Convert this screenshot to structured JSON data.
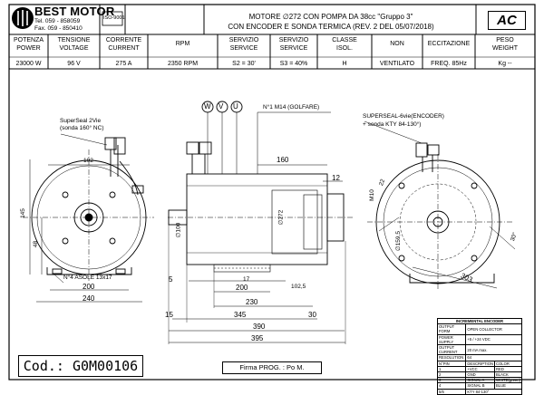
{
  "header": {
    "brand": "BEST MOTOR",
    "tel": "Tel. 059 - 858059",
    "fax": "Fax. 059 - 850410",
    "cert_mark": "ISO-9001",
    "title_line1": "MOTORE ∅272 CON POMPA DA 38cc \"Gruppo 3\"",
    "title_line2": "CON ENCODER E SONDA TERMICA  (REV. 2 DEL 05/07/2018)",
    "ac_badge": "AC"
  },
  "specs": [
    {
      "label": "POTENZA\nPOWER",
      "value": "23000 W"
    },
    {
      "label": "TENSIONE\nVOLTAGE",
      "value": "96 V"
    },
    {
      "label": "CORRENTE\nCURRENT",
      "value": "275 A"
    },
    {
      "label": "RPM",
      "value": "2350 RPM"
    },
    {
      "label": "SERVIZIO\nSERVICE",
      "value": "S2 =  30'"
    },
    {
      "label": "SERVIZIO\nSERVICE",
      "value": "S3 = 40%"
    },
    {
      "label": "CLASSE\nISOL.",
      "value": "H"
    },
    {
      "label": "NON",
      "value": "VENTILATO"
    },
    {
      "label": "ECCITAZIONE",
      "value": "FREQ. 85Hz"
    },
    {
      "label": "PESO\nWEIGHT",
      "value": "Kg --"
    }
  ],
  "drawing": {
    "left_view": {
      "connector_note_1": "SuperSeal 2Vie",
      "connector_note_2": "(sonda 160° NC)",
      "dim_102": "102",
      "dim_145": "145",
      "dim_48": "48",
      "asole_note": "N°4 ASOLE 13x17",
      "dim_200": "200",
      "dim_240": "240"
    },
    "center_view": {
      "phases": [
        "W",
        "V",
        "U"
      ],
      "golfare_note": "N°1 M14 (GOLFARE)",
      "dim_160": "160",
      "dim_12": "12",
      "dim_d100": "∅100",
      "dim_d272": "∅272",
      "dim_5": "5",
      "dim_17": "17",
      "dim_102_5": "102,5",
      "dim_200": "200",
      "dim_230": "230",
      "dim_15": "15",
      "dim_345": "345",
      "dim_30": "30",
      "dim_390": "390",
      "dim_395": "395"
    },
    "right_view": {
      "encoder_note_1": "SUPERSEAL-6vie(ENCODER)",
      "encoder_note_2": "+ sonda KTY 84-130°)",
      "dim_m10": "M10",
      "dim_22": "22",
      "dim_d1595": "∅159,5",
      "dim_30deg": "30°",
      "dim_303": "303"
    }
  },
  "encoder_table": {
    "title": "INCREMENTAL ENCODER",
    "rows": [
      [
        "OUTPUT FORM",
        "OPEN COLLECTOR"
      ],
      [
        "POWER SUPPLY",
        "+5 / +24 VDC"
      ],
      [
        "OUTPUT CURRENT",
        "20 mA  max."
      ],
      [
        "RESOLUTION",
        "64"
      ]
    ],
    "pin_header": [
      "N°PIN",
      "DESCRIPTION",
      "COLOR"
    ],
    "pins": [
      [
        "1",
        "+VCC",
        "RED"
      ],
      [
        "2",
        "GND",
        "BLACK"
      ],
      [
        "3",
        "SIGNAL A",
        "WHITE(green)"
      ],
      [
        "4",
        "SIGNAL B",
        "BLUE"
      ],
      [
        "5/6",
        "KTY 84-130°",
        ""
      ]
    ]
  },
  "footer": {
    "code": "Cod.: G0M00106",
    "firma": "Firma PROG. : Po M."
  }
}
